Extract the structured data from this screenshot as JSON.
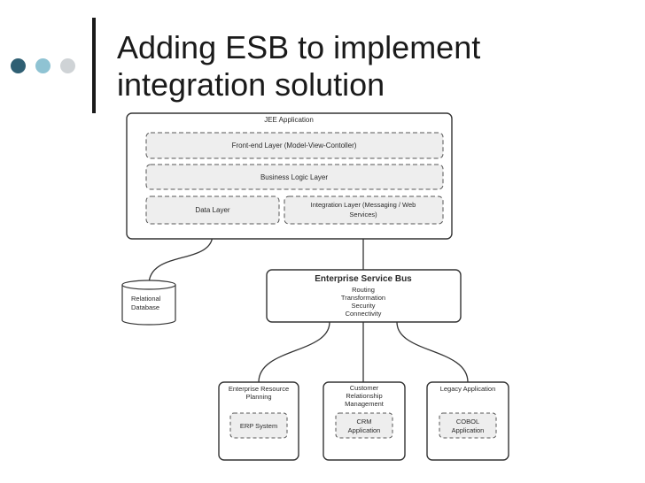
{
  "slide": {
    "title_line1": "Adding ESB to implement",
    "title_line2": "integration solution",
    "accent_colors": [
      "#2f5f73",
      "#8fc3d3",
      "#cfd3d6"
    ]
  },
  "diagram": {
    "jee_app": {
      "title": "JEE Application",
      "front_end_layer": "Front-end Layer (Model-View-Contoller)",
      "business_logic_layer": "Business Logic Layer",
      "data_layer": "Data Layer",
      "integration_layer_line1": "Integration Layer (Messaging / Web",
      "integration_layer_line2": "Services)"
    },
    "database": {
      "line1": "Relational",
      "line2": "Database"
    },
    "esb": {
      "title": "Enterprise Service Bus",
      "features": [
        "Routing",
        "Transformation",
        "Security",
        "Connectivity"
      ]
    },
    "erp": {
      "title_line1": "Enterprise Resource",
      "title_line2": "Planning",
      "system": "ERP System"
    },
    "crm": {
      "title_line1": "Customer",
      "title_line2": "Relationship",
      "title_line3": "Management",
      "app_line1": "CRM",
      "app_line2": "Application"
    },
    "legacy": {
      "title": "Legacy Application",
      "app_line1": "COBOL",
      "app_line2": "Application"
    }
  }
}
